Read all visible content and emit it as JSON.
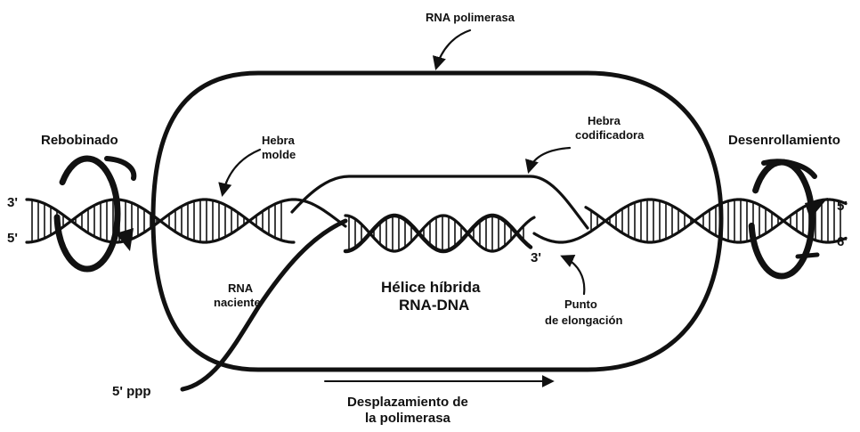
{
  "labels": {
    "rna_polymerase": "RNA polimerasa",
    "rewinding": "Rebobinado",
    "unwinding": "Desenrollamiento",
    "template_strand_line1": "Hebra",
    "template_strand_line2": "molde",
    "coding_strand_line1": "Hebra",
    "coding_strand_line2": "codificadora",
    "left_top_end": "3'",
    "left_bottom_end": "5'",
    "right_top_end": "5'",
    "right_bottom_end": "6'",
    "nascent_rna_line1": "RNA",
    "nascent_rna_line2": "naciente",
    "hybrid_helix_line1": "Hélice híbrida",
    "hybrid_helix_line2": "RNA-DNA",
    "rna_3_end": "3'",
    "elongation_point_line1": "Punto",
    "elongation_point_line2": "de elongación",
    "rna_5_end": "5' ppp",
    "displacement_line1": "Desplazamiento de",
    "displacement_line2": "la polimerasa"
  }
}
